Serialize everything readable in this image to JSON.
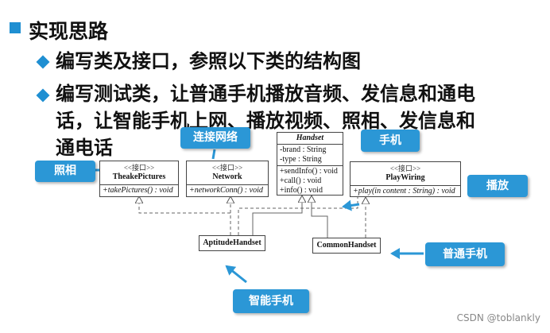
{
  "heading": "实现思路",
  "bullets": [
    "编写类及接口，参照以下类的结构图",
    "编写测试类，让普通手机播放音频、发信息和通电",
    "话，让智能手机上网、播放视频、照相、发信息和",
    "通电话"
  ],
  "classes": {
    "theake": {
      "stereo": "<<接口>>",
      "name": "TheakePictures",
      "methods": [
        "+takePictures() : void"
      ]
    },
    "network": {
      "stereo": "<<接口>>",
      "name": "Network",
      "methods": [
        "+networkConn() : void"
      ]
    },
    "handset": {
      "name": "Handset",
      "attributes": [
        "-brand : String",
        "-type : String"
      ],
      "methods": [
        "+sendInfo() : void",
        "+call() : void",
        "+info() : void"
      ]
    },
    "playwiring": {
      "stereo": "<<接口>>",
      "name": "PlayWiring",
      "methods": [
        "+play(in content : String) : void"
      ]
    },
    "aptitude": {
      "name": "AptitudeHandset"
    },
    "common": {
      "name": "CommonHandset"
    }
  },
  "tags": {
    "photo": "照相",
    "network": "连接网络",
    "handset": "手机",
    "play": "播放",
    "common": "普通手机",
    "smart": "智能手机"
  },
  "watermark": "CSDN @toblankly",
  "colors": {
    "accent": "#2b97d6",
    "bullet": "#1f8fd2"
  }
}
